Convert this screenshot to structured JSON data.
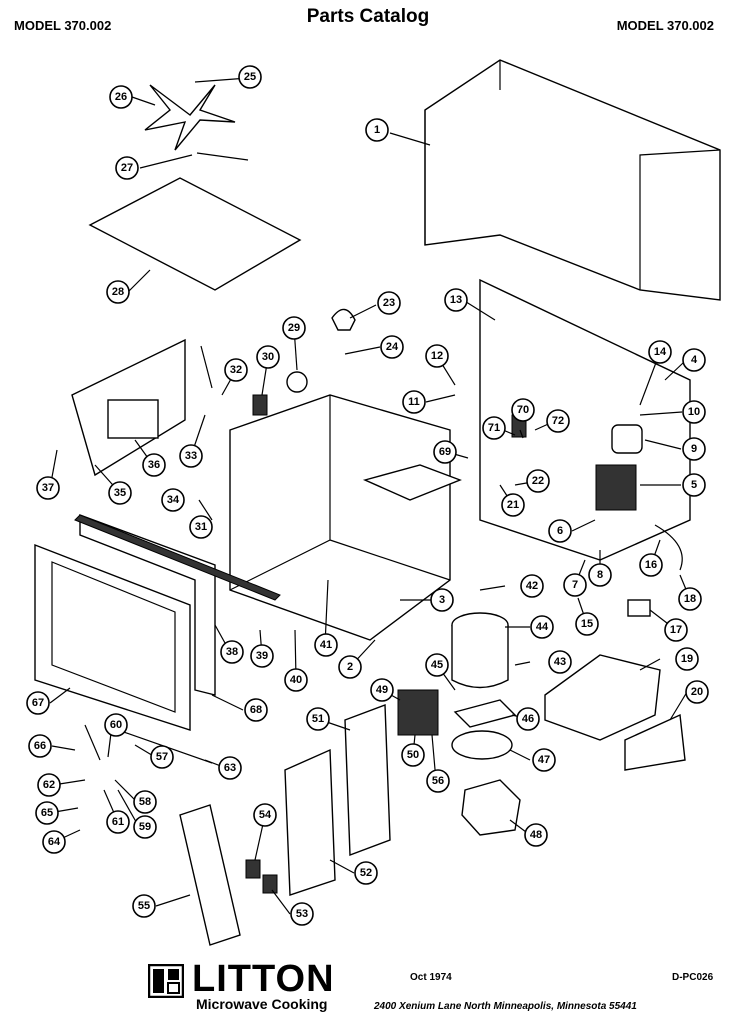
{
  "header": {
    "model_left": "MODEL 370.002",
    "title": "Parts Catalog",
    "model_right": "MODEL 370.002"
  },
  "callouts": [
    "1",
    "2",
    "3",
    "4",
    "5",
    "6",
    "7",
    "8",
    "9",
    "10",
    "11",
    "12",
    "13",
    "14",
    "15",
    "16",
    "17",
    "18",
    "19",
    "20",
    "21",
    "22",
    "23",
    "24",
    "25",
    "26",
    "27",
    "28",
    "29",
    "30",
    "31",
    "32",
    "33",
    "34",
    "35",
    "36",
    "37",
    "38",
    "39",
    "40",
    "41",
    "42",
    "43",
    "44",
    "45",
    "46",
    "47",
    "48",
    "49",
    "50",
    "51",
    "52",
    "53",
    "54",
    "55",
    "56",
    "57",
    "58",
    "59",
    "60",
    "61",
    "62",
    "63",
    "64",
    "65",
    "66",
    "67",
    "68",
    "69",
    "70",
    "71",
    "72"
  ],
  "footer": {
    "brand": "LITTON",
    "tagline": "Microwave Cooking",
    "date": "Oct 1974",
    "code": "D-PC026",
    "address": "2400 Xenium Lane North   Minneapolis, Minnesota 55441"
  }
}
